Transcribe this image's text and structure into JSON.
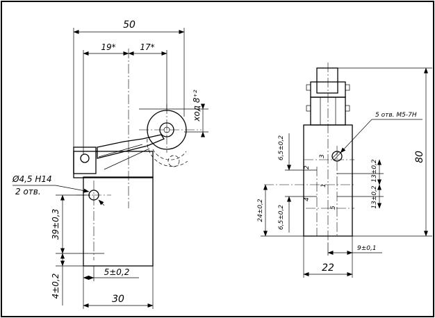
{
  "drawing": {
    "title": "",
    "side_view": {
      "dim_overall_width": "50",
      "dim_left_pivot": "19*",
      "dim_right_roller": "17*",
      "dim_travel": "ход 8⁺²",
      "hole_spec": "Ø4,5 H14",
      "hole_count": "2 отв.",
      "dim_hole_vertical": "39±0,3",
      "dim_hole_offset": "5±0,2",
      "dim_bottom": "4±0,2",
      "dim_body_width": "30"
    },
    "front_view": {
      "thread_note": "5 отв. М5-7Н",
      "dim_height": "80",
      "dim_upper_spacing": "6,5±0,2",
      "dim_pitch_right": "13±0,2",
      "dim_pitch_right_lower": "13±0,2",
      "dim_pitch_left": "24±0,2",
      "dim_lower_spacing": "6,5±0,2",
      "dim_body_width": "22",
      "dim_side_offset": "9±0,1",
      "hole_numbers": [
        "1",
        "2",
        "3",
        "4",
        "5"
      ]
    }
  }
}
